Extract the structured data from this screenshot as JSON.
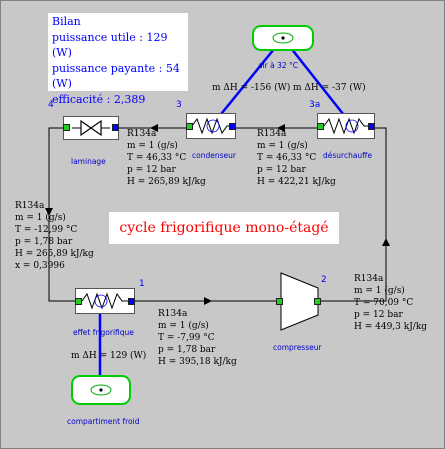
{
  "title": "cycle frigorifique mono-étagé",
  "bilan": {
    "heading": "Bilan",
    "lines": [
      "puissance  utile : 129 (W)",
      "puissance payante : 54 (W)",
      "efficacité : 2,389"
    ]
  },
  "sources": {
    "hot": {
      "label": "air à 32 °C"
    },
    "cold": {
      "label": "compartiment froid"
    }
  },
  "components": {
    "laminage": {
      "label": "laminage",
      "number": "4"
    },
    "condenseur": {
      "label": "condenseur",
      "number": "3"
    },
    "desurchauffe": {
      "label": "désurchauffe",
      "number": "3a"
    },
    "evaporateur": {
      "label": "effet frigorifique",
      "number": "1"
    },
    "compresseur": {
      "label": "compresseur",
      "number": "2"
    }
  },
  "heat_flows": {
    "condenseur": "m ΔH = -156 (W)",
    "desurchauffe": "m ΔH = -37 (W)",
    "evaporateur": "m ΔH = 129 (W)"
  },
  "states": {
    "after_condenseur": [
      "R134a",
      "m = 1 (g/s)",
      "T = 46,33 °C",
      "p = 12 bar",
      "H = 265,89 kJ/kg"
    ],
    "after_desurchauffe": [
      "R134a",
      "m = 1 (g/s)",
      "T = 46,33 °C",
      "p = 12 bar",
      "H = 422,21 kJ/kg"
    ],
    "after_laminage": [
      "R134a",
      "m = 1 (g/s)",
      "T = -12,99 °C",
      "p = 1,78 bar",
      "H = 265,89 kJ/kg",
      "x = 0,3996"
    ],
    "after_evaporateur": [
      "R134a",
      "m = 1 (g/s)",
      "T = -7,99 °C",
      "p = 1,78 bar",
      "H = 395,18 kJ/kg"
    ],
    "after_compresseur": [
      "R134a",
      "m = 1 (g/s)",
      "T = 70,09 °C",
      "p = 12 bar",
      "H = 449,3 kJ/kg"
    ]
  },
  "colors": {
    "background": "#c8c8c8",
    "title_text": "#ff0000",
    "bilan_text": "#0000ff",
    "heat_link": "#0000ff",
    "source_border": "#00cc00",
    "port_inlet": "#22cc22",
    "port_outlet": "#0000ff"
  }
}
